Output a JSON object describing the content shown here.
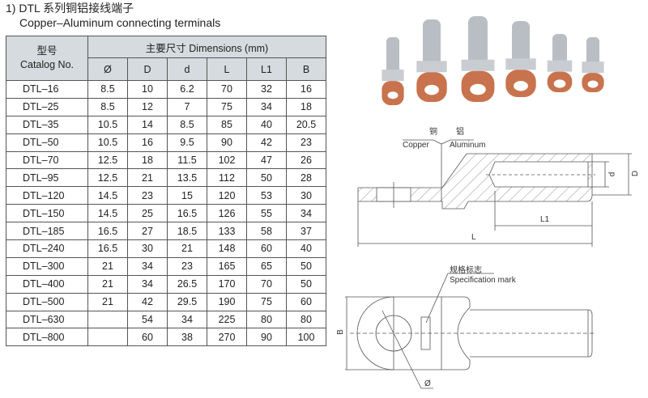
{
  "header": {
    "title": "1) DTL 系列铜铝接线端子",
    "subtitle": "Copper–Aluminum connecting terminals"
  },
  "table": {
    "catalog_header_cn": "型号",
    "catalog_header_en": "Catalog No.",
    "dimensions_header": "主要尺寸 Dimensions (mm)",
    "columns": [
      "Ø",
      "D",
      "d",
      "L",
      "L1",
      "B"
    ],
    "rows": [
      {
        "catalog": "DTL–16",
        "values": [
          "8.5",
          "10",
          "6.2",
          "70",
          "32",
          "16"
        ]
      },
      {
        "catalog": "DTL–25",
        "values": [
          "8.5",
          "12",
          "7",
          "75",
          "34",
          "18"
        ]
      },
      {
        "catalog": "DTL–35",
        "values": [
          "10.5",
          "14",
          "8.5",
          "85",
          "40",
          "20.5"
        ]
      },
      {
        "catalog": "DTL–50",
        "values": [
          "10.5",
          "16",
          "9.5",
          "90",
          "42",
          "23"
        ]
      },
      {
        "catalog": "DTL–70",
        "values": [
          "12.5",
          "18",
          "11.5",
          "102",
          "47",
          "26"
        ]
      },
      {
        "catalog": "DTL–95",
        "values": [
          "12.5",
          "21",
          "13.5",
          "112",
          "50",
          "28"
        ]
      },
      {
        "catalog": "DTL–120",
        "values": [
          "14.5",
          "23",
          "15",
          "120",
          "53",
          "30"
        ]
      },
      {
        "catalog": "DTL–150",
        "values": [
          "14.5",
          "25",
          "16.5",
          "126",
          "55",
          "34"
        ]
      },
      {
        "catalog": "DTL–185",
        "values": [
          "16.5",
          "27",
          "18.5",
          "133",
          "58",
          "37"
        ]
      },
      {
        "catalog": "DTL–240",
        "values": [
          "16.5",
          "30",
          "21",
          "148",
          "60",
          "40"
        ]
      },
      {
        "catalog": "DTL–300",
        "values": [
          "21",
          "34",
          "23",
          "165",
          "65",
          "50"
        ]
      },
      {
        "catalog": "DTL–400",
        "values": [
          "21",
          "34",
          "26.5",
          "170",
          "70",
          "50"
        ]
      },
      {
        "catalog": "DTL–500",
        "values": [
          "21",
          "42",
          "29.5",
          "190",
          "75",
          "60"
        ]
      },
      {
        "catalog": "DTL–630",
        "values": [
          "",
          "54",
          "34",
          "225",
          "80",
          "80"
        ]
      },
      {
        "catalog": "DTL–800",
        "values": [
          "",
          "60",
          "38",
          "270",
          "90",
          "100"
        ]
      }
    ]
  },
  "side_diagram": {
    "copper_cn": "铜",
    "copper_en": "Copper",
    "aluminum_cn": "铝",
    "aluminum_en": "Aluminum",
    "dim_d": "d",
    "dim_D": "D",
    "dim_L1": "L1",
    "dim_L": "L"
  },
  "top_diagram": {
    "spec_mark_cn": "规格标志",
    "spec_mark_en": "Specification mark",
    "dim_B": "B",
    "dim_hole": "Ø"
  },
  "colors": {
    "header_bg": "#d5dbde",
    "copper": "#c8734e",
    "aluminum": "#b9bec4",
    "line": "#555555"
  }
}
